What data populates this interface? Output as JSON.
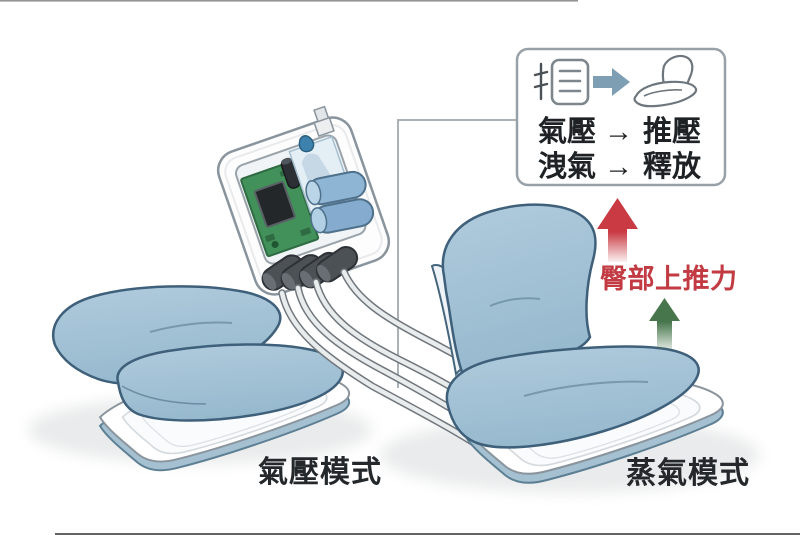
{
  "scene": {
    "background": "#ffffff",
    "description_icons": {
      "red_up_arrow": "up-arrow-icon",
      "green_up_arrow": "up-arrow-icon"
    }
  },
  "callout": {
    "rows": [
      {
        "from": "氣壓",
        "arrow": "→",
        "to": "推壓"
      },
      {
        "from": "洩氣",
        "arrow": "→",
        "to": "釋放"
      }
    ],
    "icons": {
      "valve": "pressure-valve-icon",
      "controller": "control-list-icon",
      "arrow": "arrow-right-icon",
      "cushion": "seat-cushion-icon"
    }
  },
  "annotations": {
    "hip_push_force": "臀部上推力",
    "red_arrow_direction": "up",
    "green_arrow_direction": "up"
  },
  "mode_labels": {
    "left": "氣壓模式",
    "right": "蒸氣模式"
  },
  "colors": {
    "cushion_blue": "#a5c2d6",
    "cushion_outline": "#3f607a",
    "tray_rim_blue": "#a4c0d1",
    "tube_gray": "#70777d",
    "callout_border": "#98a1a7",
    "pcb_green": "#42905a",
    "pump_blue": "#8cb3d4",
    "valve_dark_gray": "#4c5156",
    "red": "#c93a43",
    "green": "#47764c",
    "label_text": "#24282b"
  }
}
